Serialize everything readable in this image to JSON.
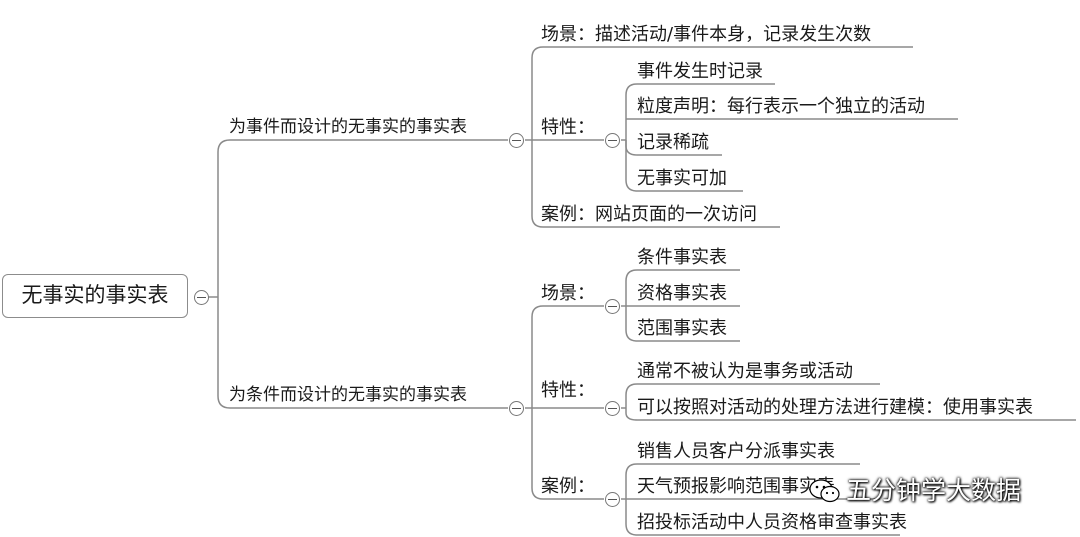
{
  "root": {
    "label": "无事实的事实表"
  },
  "branch_event": {
    "label": "为事件而设计的无事实的事实表",
    "scene": "场景：描述活动/事件本身，记录发生次数",
    "feature": {
      "label": "特性：",
      "items": [
        "事件发生时记录",
        "粒度声明：每行表示一个独立的活动",
        "记录稀疏",
        "无事实可加"
      ]
    },
    "case": "案例：网站页面的一次访问"
  },
  "branch_condition": {
    "label": "为条件而设计的无事实的事实表",
    "scene": {
      "label": "场景：",
      "items": [
        "条件事实表",
        "资格事实表",
        "范围事实表"
      ]
    },
    "feature": {
      "label": "特性：",
      "items": [
        "通常不被认为是事务或活动",
        "可以按照对活动的处理方法进行建模：使用事实表"
      ]
    },
    "case": {
      "label": "案例：",
      "items": [
        "销售人员客户分派事实表",
        "天气预报影响范围事实表",
        "招投标活动中人员资格审查事实表"
      ]
    }
  },
  "watermark": {
    "text": "五分钟学大数据"
  }
}
